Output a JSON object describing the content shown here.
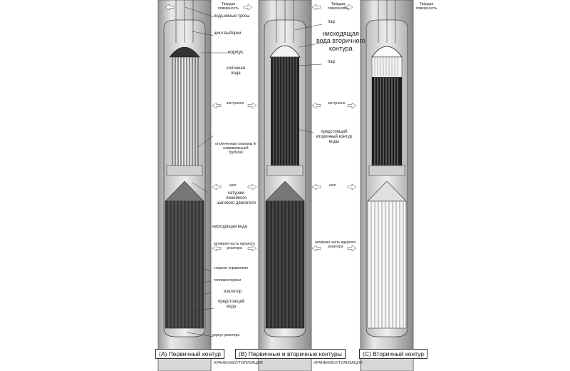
{
  "labels": {
    "top_surface": "Твёрдая\nповерхность",
    "lifting_cables": "подъемные тросы",
    "sampling_tube": "цикл выборки",
    "vessel": "корпус",
    "column_water": "колонная\nвода",
    "small_mid": "заглушено",
    "tubes_note": "отключенные клапаны fe\nнаправляющей\nтрубкой)",
    "shell": "шел",
    "coils": "катушки\nлинейного\nшагового двигателя",
    "downcomer": "нисходящая вода",
    "active_zone": "активная часть ядерного\nреактора",
    "control_rods": "стержни управления",
    "fuel_assembly": "топливостержни",
    "insulator": "изолятор",
    "prior_water": "предстоящий\nвода",
    "reactor_vessel": "корпус реактора",
    "top_surface_b": "Твёрдая\nповерхность",
    "steam_b": "пар",
    "secondary_downcomer": "нисходящая\nвода вторичного\nконтура",
    "steam2_b": "пар",
    "small_mid_b": "заглушено",
    "secondary_prior": "предстоящий\nвторичный контур\nводы",
    "shell_b": "шел",
    "active_zone_b": "активная часть ядерного\nреактора",
    "top_surface_c": "Твёрдая\nповерхность"
  },
  "captions": {
    "a": "(A) Первичный контур",
    "b": "(B) Первичные и вторичные контуры",
    "c": "(C) Вторичный контур"
  },
  "footer": {
    "left": "ХРАНЕНИЕ/УТИЛИЗАЦИЯ",
    "right": "ХРАНЕНИЕ/УТИЛИЗАЦИЯ"
  }
}
